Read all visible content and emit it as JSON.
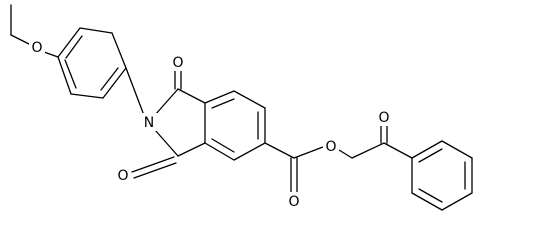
{
  "atoms": {
    "methoxy_o": "O",
    "imide_n": "N",
    "imide_o_top": "O",
    "imide_o_bottom": "O",
    "ester_o_single": "O",
    "ester_o_double": "O",
    "ketone_o": "O"
  },
  "colors": {
    "bond": "#000000",
    "label": "#000000",
    "background": "#ffffff"
  }
}
